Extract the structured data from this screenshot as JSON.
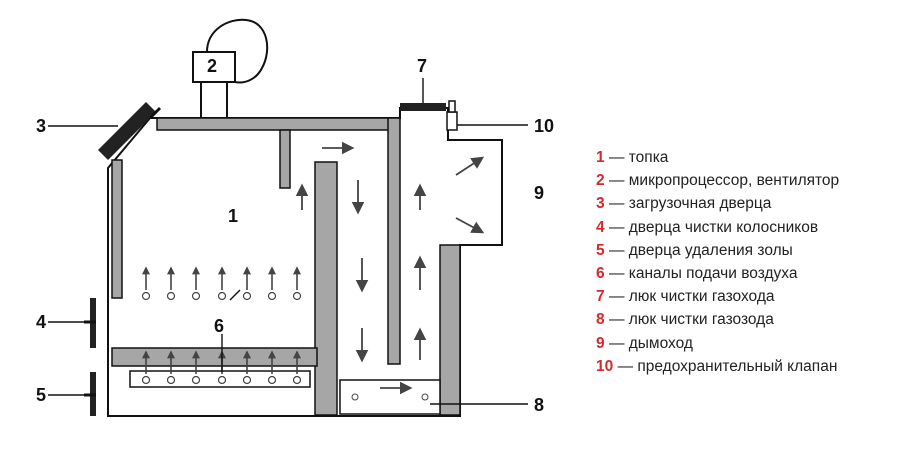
{
  "diagram": {
    "callouts": [
      "1",
      "2",
      "3",
      "4",
      "5",
      "6",
      "7",
      "8",
      "9",
      "10"
    ],
    "colors": {
      "stroke": "#111111",
      "fill": "#a6a6a6",
      "accent": "#d9272e"
    }
  },
  "legend": {
    "separator": "—",
    "items": [
      {
        "num": "1",
        "text": "топка"
      },
      {
        "num": "2",
        "text": "микропроцессор, вентилятор"
      },
      {
        "num": "3",
        "text": "загрузочная дверца"
      },
      {
        "num": "4",
        "text": "дверца чистки колосников"
      },
      {
        "num": "5",
        "text": "дверца удаления золы"
      },
      {
        "num": "6",
        "text": "каналы подачи воздуха"
      },
      {
        "num": "7",
        "text": "люк чистки газохода"
      },
      {
        "num": "8",
        "text": "люк чистки газозода"
      },
      {
        "num": "9",
        "text": "дымоход"
      },
      {
        "num": "10",
        "text": "предохранительный клапан"
      }
    ]
  }
}
